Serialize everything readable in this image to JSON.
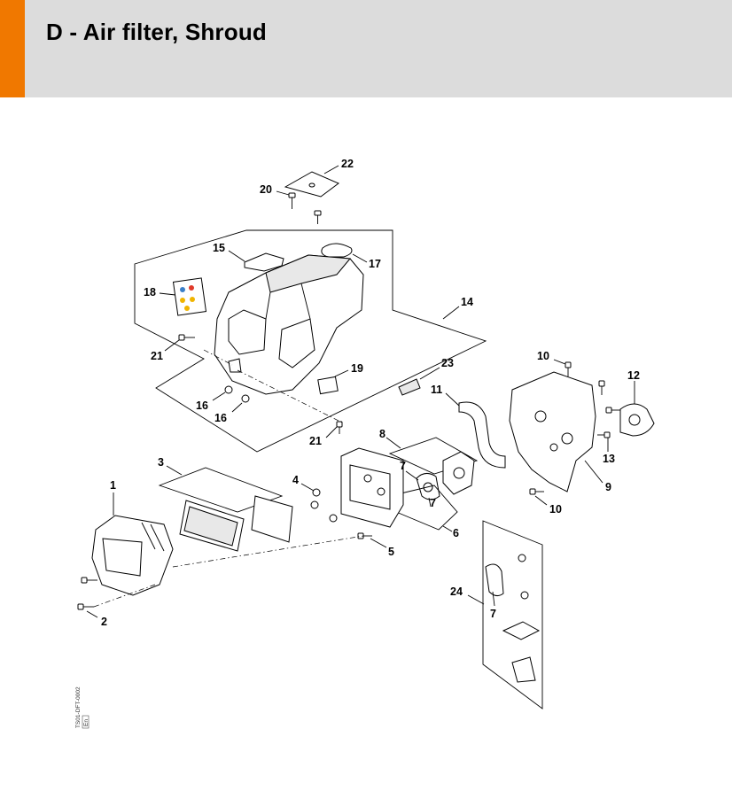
{
  "header": {
    "title": "D - Air filter, Shroud",
    "accent_color": "#f07800",
    "background_color": "#dcdcdc"
  },
  "diagram": {
    "drawing_code": "TS01-DFT-0002",
    "drawing_code_sub": "En",
    "callouts": [
      {
        "id": "c22",
        "label": "22"
      },
      {
        "id": "c20",
        "label": "20"
      },
      {
        "id": "c15",
        "label": "15"
      },
      {
        "id": "c17",
        "label": "17"
      },
      {
        "id": "c18",
        "label": "18"
      },
      {
        "id": "c14",
        "label": "14"
      },
      {
        "id": "c21a",
        "label": "21"
      },
      {
        "id": "c19",
        "label": "19"
      },
      {
        "id": "c23",
        "label": "23"
      },
      {
        "id": "c10a",
        "label": "10"
      },
      {
        "id": "c12",
        "label": "12"
      },
      {
        "id": "c16a",
        "label": "16"
      },
      {
        "id": "c16b",
        "label": "16"
      },
      {
        "id": "c11",
        "label": "11"
      },
      {
        "id": "c21b",
        "label": "21"
      },
      {
        "id": "c13",
        "label": "13"
      },
      {
        "id": "c8",
        "label": "8"
      },
      {
        "id": "c3",
        "label": "3"
      },
      {
        "id": "c1",
        "label": "1"
      },
      {
        "id": "c4",
        "label": "4"
      },
      {
        "id": "c7a",
        "label": "7"
      },
      {
        "id": "c7b",
        "label": "7"
      },
      {
        "id": "c9",
        "label": "9"
      },
      {
        "id": "c10b",
        "label": "10"
      },
      {
        "id": "c6",
        "label": "6"
      },
      {
        "id": "c5",
        "label": "5"
      },
      {
        "id": "c24",
        "label": "24"
      },
      {
        "id": "c7c",
        "label": "7"
      },
      {
        "id": "c2",
        "label": "2"
      }
    ]
  }
}
